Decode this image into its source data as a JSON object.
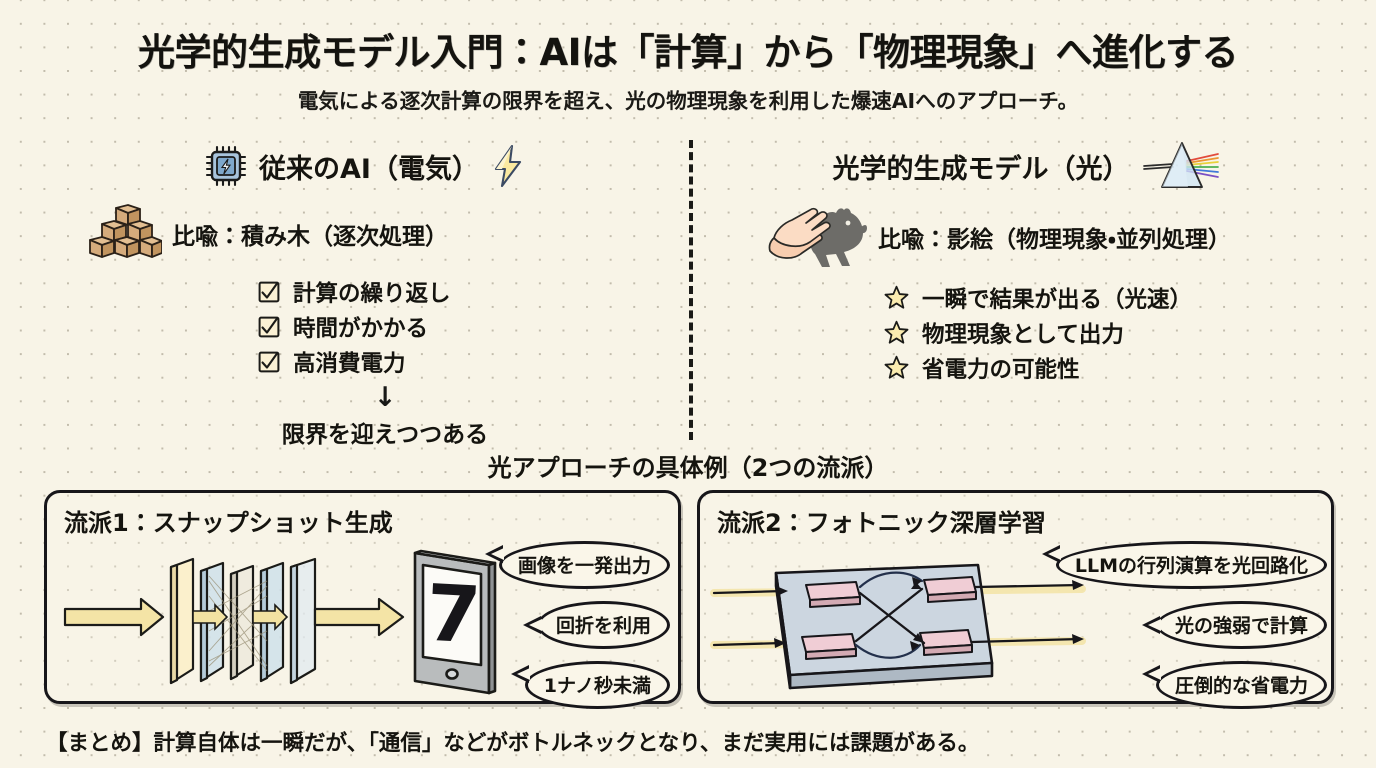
{
  "header": {
    "title": "光学的生成モデル入門：AIは「計算」から「物理現象」へ進化する",
    "subtitle": "電気による逐次計算の限界を超え、光の物理現象を利用した爆速AIへのアプローチ。"
  },
  "columns": {
    "left": {
      "heading": "従来のAI（電気）",
      "heading_icon": "cpu-chip-icon",
      "heading_icon_right": "lightning-bolt-icon",
      "metaphor": "比喩：積み木（逐次処理）",
      "metaphor_icon": "wooden-blocks-icon",
      "bullet_icon": "checkbox-checked-icon",
      "bullets": [
        "計算の繰り返し",
        "時間がかかる",
        "高消費電力"
      ],
      "arrow": "↓",
      "conclusion": "限界を迎えつつある"
    },
    "right": {
      "heading": "光学的生成モデル（光）",
      "heading_icon_right": "prism-icon",
      "metaphor": "比喩：影絵（物理現象・並列処理）",
      "metaphor_icon": "shadow-puppet-hands-icon",
      "bullet_icon": "star-icon",
      "bullets": [
        "一瞬で結果が出る（光速）",
        "物理現象として出力",
        "省電力の可能性"
      ]
    }
  },
  "section": {
    "heading": "光アプローチの具体例（2つの流派）"
  },
  "boxes": [
    {
      "title": "流派1：スナップショット生成",
      "diagram": "diffractive-layers-to-tablet-diagram",
      "tablet_digit": "7",
      "bubbles": [
        "画像を一発出力",
        "回折を利用",
        "1ナノ秒未満"
      ]
    },
    {
      "title": "流派2：フォトニック深層学習",
      "diagram": "photonic-chip-diagram",
      "bubbles": [
        "LLMの行列演算を光回路化",
        "光の強弱で計算",
        "圧倒的な省電力"
      ]
    }
  ],
  "footer": {
    "summary": "【まとめ】計算自体は一瞬だが、「通信」などがボトルネックとなり、まだ実用には課題がある。"
  },
  "colors": {
    "background": "#f8f4e7",
    "ink": "#15140f",
    "beam_yellow": "#f2e3a8",
    "plate_blue": "#cbdde8",
    "chip_body": "#ccd6e0",
    "modulator_pink": "#eebfc7"
  }
}
